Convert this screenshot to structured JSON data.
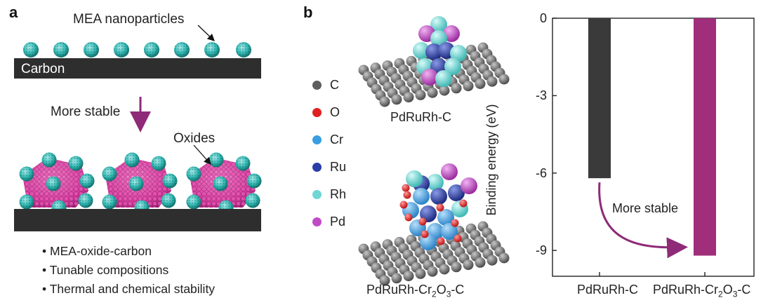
{
  "panels": {
    "a": "a",
    "b": "b"
  },
  "schematic": {
    "mea_label": "MEA nanoparticles",
    "carbon_label": "Carbon",
    "arrow_label": "More stable",
    "oxides_label": "Oxides",
    "bullets": [
      "MEA-oxide-carbon",
      "Tunable compositions",
      "Thermal and chemical stability"
    ]
  },
  "models": {
    "top_label": "PdRuRh-C",
    "bottom_label_parts": [
      "PdRuRh-Cr",
      "2",
      "O",
      "3",
      "-C"
    ]
  },
  "legend": [
    {
      "symbol": "C",
      "color": "#5e5e5e"
    },
    {
      "symbol": "O",
      "color": "#e02020"
    },
    {
      "symbol": "Cr",
      "color": "#3a9ee0"
    },
    {
      "symbol": "Ru",
      "color": "#2a3ea8"
    },
    {
      "symbol": "Rh",
      "color": "#6fd6d4"
    },
    {
      "symbol": "Pd",
      "color": "#c04cc4"
    }
  ],
  "colors": {
    "bar_dark": "#3a3a3a",
    "bar_magenta": "#a02e7a",
    "arrow": "#8e2a78",
    "nanoparticle": "#2fb5b0",
    "oxide": "#d43a9c"
  },
  "chart_data": {
    "type": "bar",
    "categories": [
      "PdRuRh-C",
      "PdRuRh-Cr2O3-C"
    ],
    "category_label_parts": [
      [
        "PdRuRh-C"
      ],
      [
        "PdRuRh-Cr",
        "2",
        "O",
        "3",
        "-C"
      ]
    ],
    "values": [
      -6.2,
      -9.2
    ],
    "ylabel": "Binding energy (eV)",
    "ylim": [
      -10,
      0
    ],
    "yticks": [
      0,
      -3,
      -6,
      -9
    ],
    "annotation": "More stable",
    "grid": false
  }
}
